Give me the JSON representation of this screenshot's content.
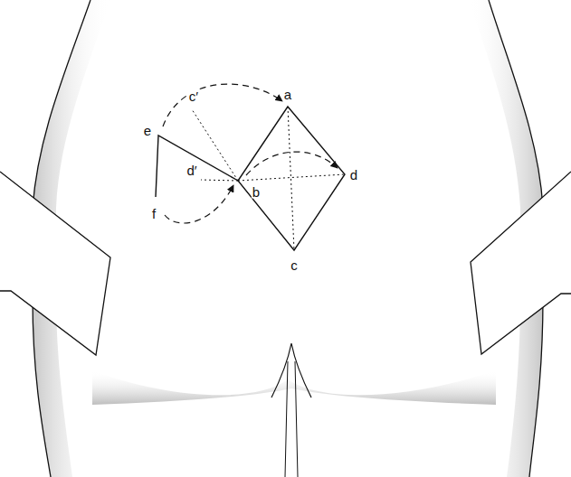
{
  "diagram": {
    "labels": [
      "a",
      "e",
      "c′",
      "d′",
      "b",
      "d",
      "f",
      "c"
    ]
  }
}
